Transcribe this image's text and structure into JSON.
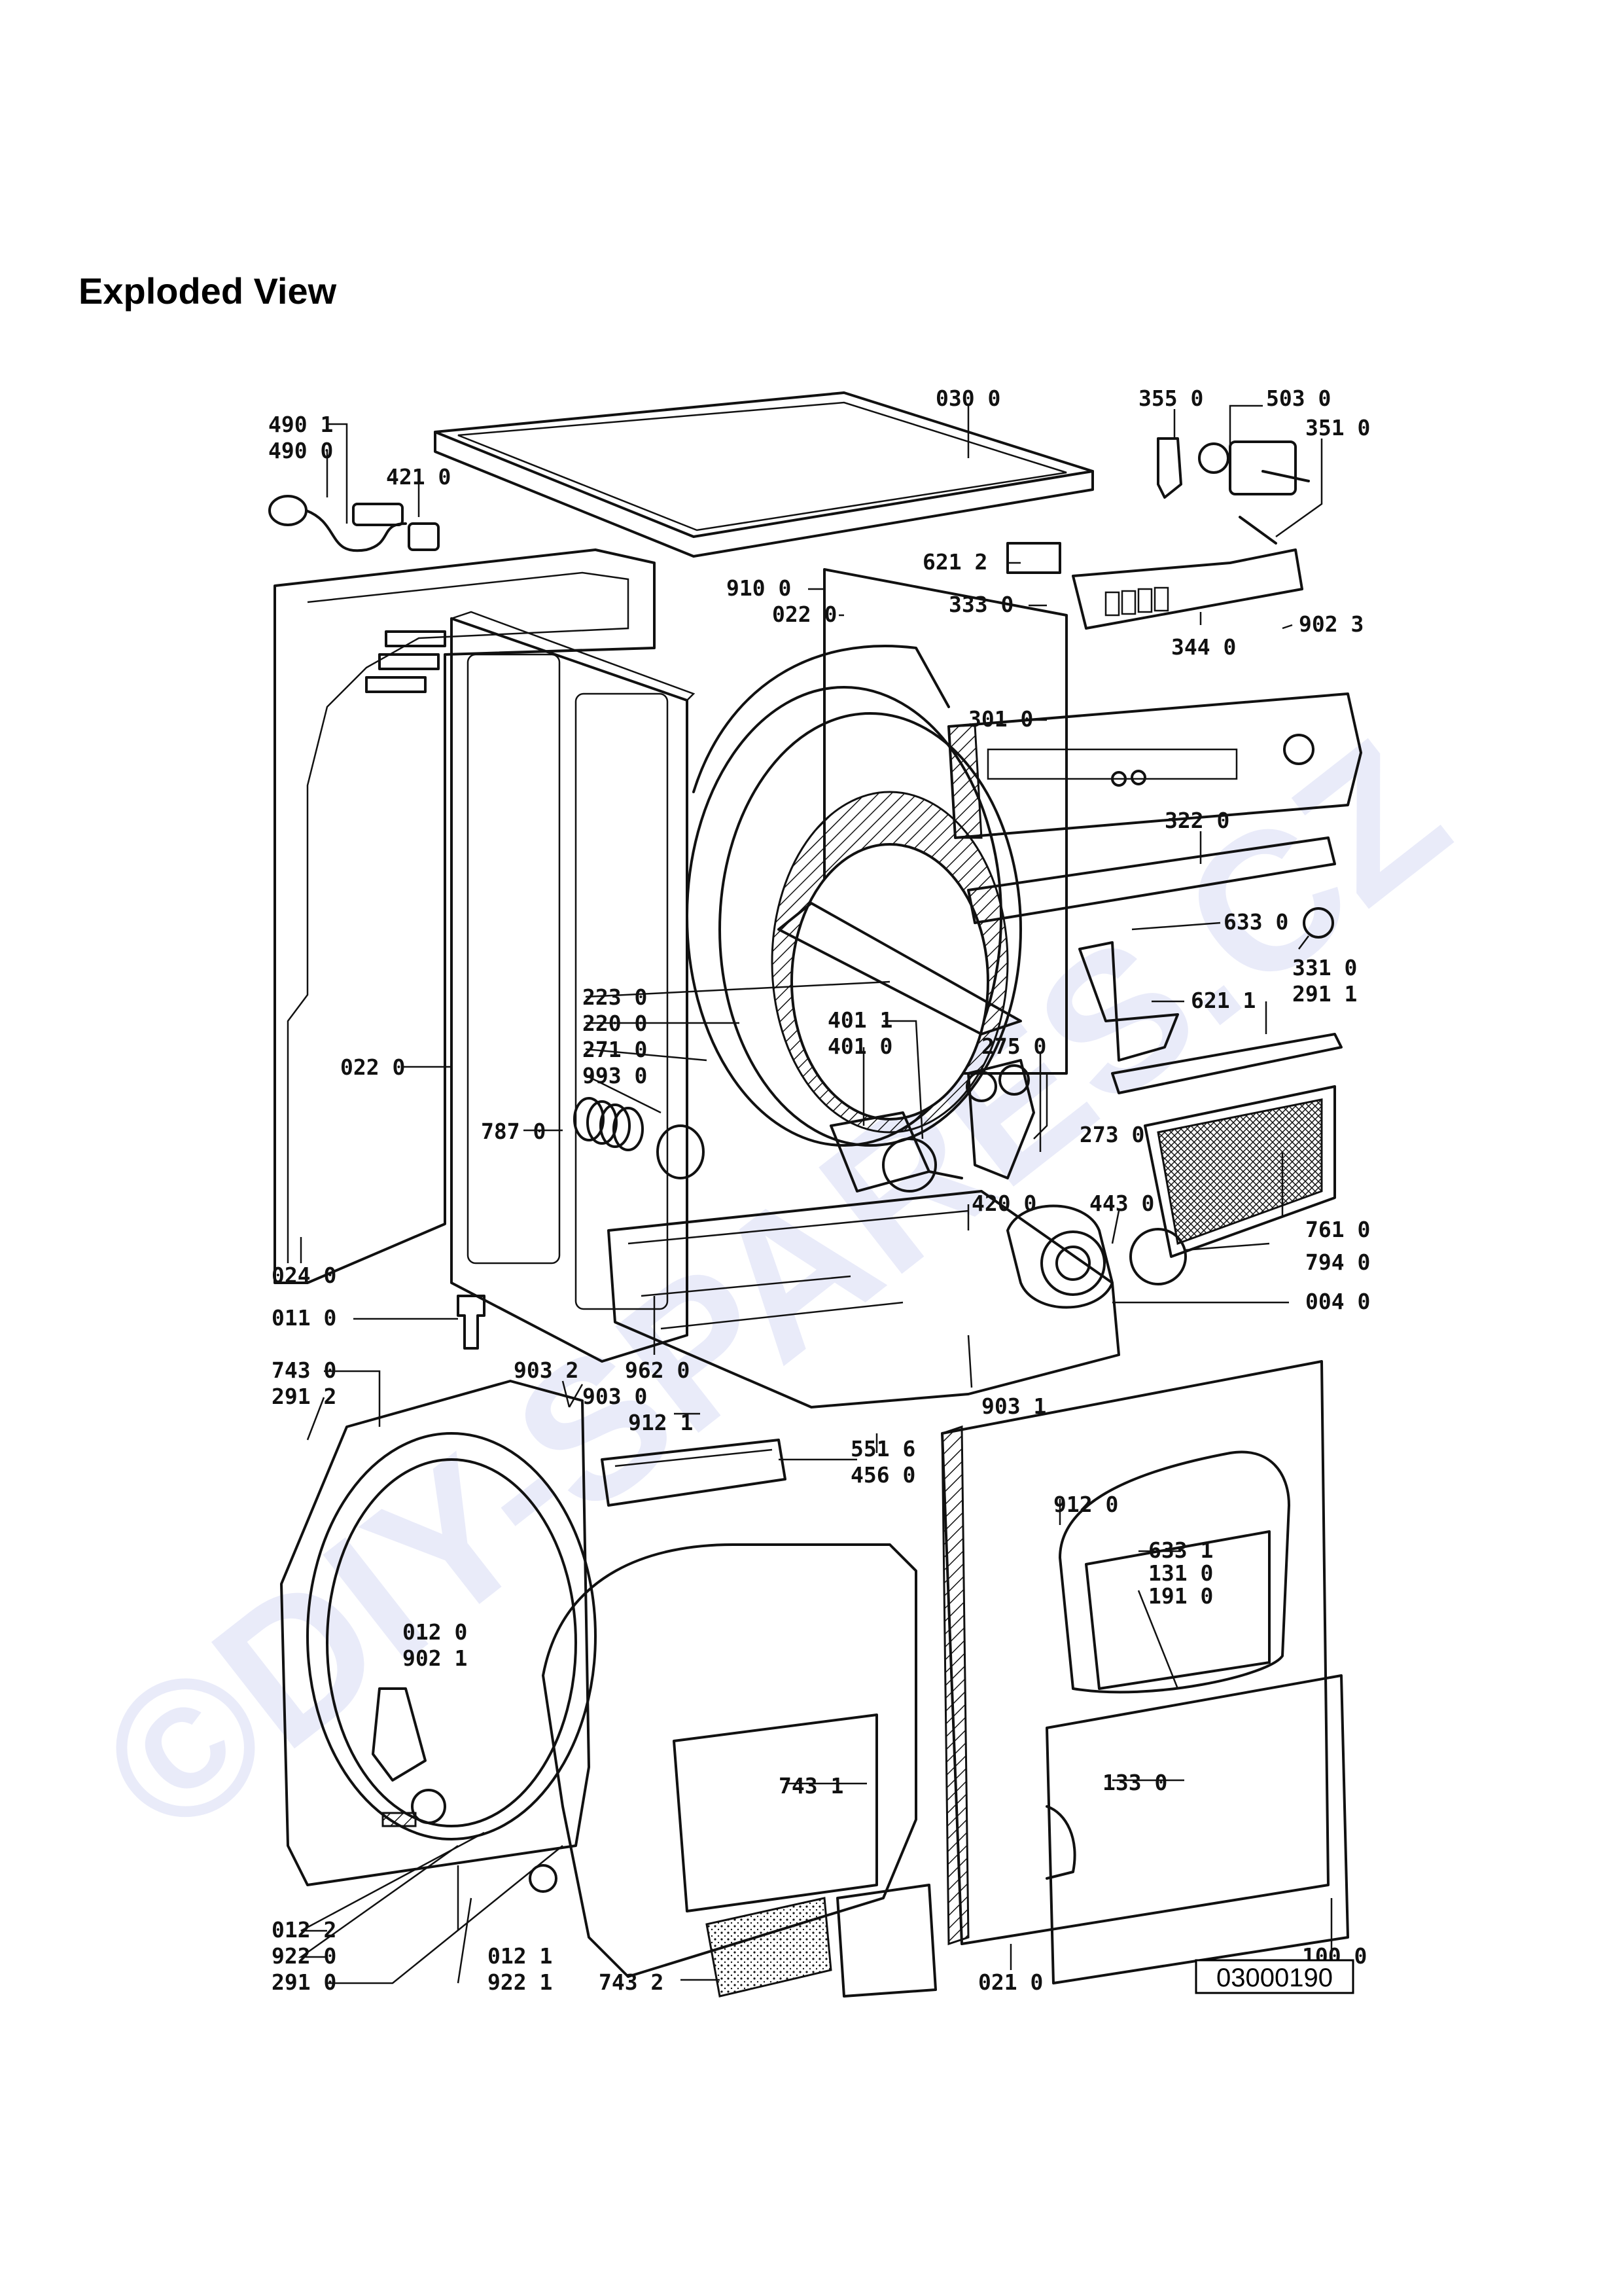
{
  "title": "Exploded View",
  "watermark": "©DIY-SPARES.CZ",
  "drawing_number": "03000190",
  "labels": [
    "490 1",
    "490 0",
    "421 0",
    "030 0",
    "355 0",
    "503 0",
    "351 0",
    "910 0",
    "022 0",
    "621 2",
    "333 0",
    "344 0",
    "902 3",
    "301 0",
    "322 0",
    "633 0",
    "331 0",
    "291 1",
    "621 1",
    "223 0",
    "220 0",
    "271 0",
    "993 0",
    "401 1",
    "401 0",
    "275 0",
    "273 0",
    "022 0",
    "787 0",
    "443 0",
    "420 0",
    "761 0",
    "794 0",
    "004 0",
    "024 0",
    "011 0",
    "962 0",
    "903 1",
    "743 0",
    "291 2",
    "903 2",
    "903 0",
    "912 1",
    "551 6",
    "456 0",
    "912 0",
    "633 1",
    "131 0",
    "191 0",
    "012 0",
    "902 1",
    "743 1",
    "133 0",
    "012 2",
    "922 0",
    "291 0",
    "012 1",
    "922 1",
    "743 2",
    "021 0",
    "100 0"
  ]
}
